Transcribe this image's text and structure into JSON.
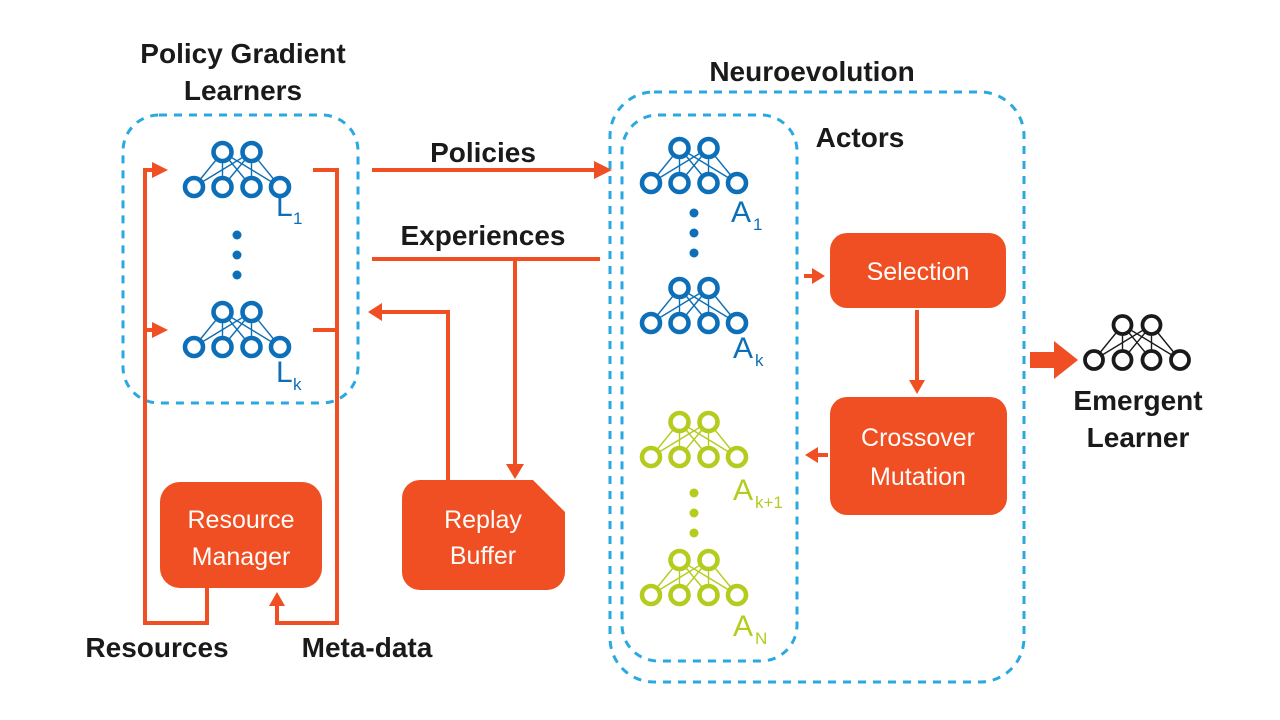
{
  "colors": {
    "orange": "#F04E23",
    "blue": "#0D6FB8",
    "cyan": "#2AA9E1",
    "green": "#B5CC1F",
    "black": "#1A1A1A",
    "white": "#FFFDFA"
  },
  "titles": {
    "policy_gradient_line1": "Policy Gradient",
    "policy_gradient_line2": "Learners",
    "neuroevolution": "Neuroevolution",
    "actors": "Actors",
    "emergent_line1": "Emergent",
    "emergent_line2": "Learner"
  },
  "flows": {
    "policies": "Policies",
    "experiences": "Experiences",
    "resources": "Resources",
    "metadata": "Meta-data"
  },
  "boxes": {
    "selection": {
      "label": "Selection"
    },
    "crossover": {
      "line1": "Crossover",
      "line2": "Mutation"
    },
    "resource_manager": {
      "line1": "Resource",
      "line2": "Manager"
    },
    "replay_buffer": {
      "line1": "Replay",
      "line2": "Buffer"
    }
  },
  "networks": {
    "l1": {
      "base": "L",
      "sub": "1"
    },
    "lk": {
      "base": "L",
      "sub": "k"
    },
    "a1": {
      "base": "A",
      "sub": "1"
    },
    "ak": {
      "base": "A",
      "sub": "k"
    },
    "ak1": {
      "base": "A",
      "sub": "k+1"
    },
    "an": {
      "base": "A",
      "sub": "N"
    }
  }
}
